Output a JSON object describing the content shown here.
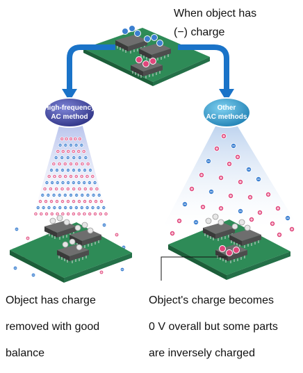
{
  "header": {
    "line1": "When object has",
    "line2": "(−) charge"
  },
  "methods": {
    "left": {
      "line1": "High-frequency",
      "line2": "AC method"
    },
    "right": {
      "line1": "Other",
      "line2": "AC methods"
    }
  },
  "captions": {
    "left": [
      "Object has charge",
      "removed with good",
      "balance"
    ],
    "right": [
      "Object's charge becomes",
      "0 V overall but some parts",
      "are inversely charged"
    ]
  },
  "colors": {
    "arrow": "#1a73c8",
    "board": "#2e8b57",
    "positive_ion": "#e0457b",
    "negative_ion": "#3b7fd0",
    "oval_left": "#4a4fa8",
    "oval_right": "#2f9fcf",
    "beam_left": "#c9d3f0",
    "beam_right": "#d4e2f3"
  },
  "icons": {
    "chip": "ic-chip-icon",
    "positive": "positive-ion-icon",
    "negative": "negative-ion-icon"
  }
}
